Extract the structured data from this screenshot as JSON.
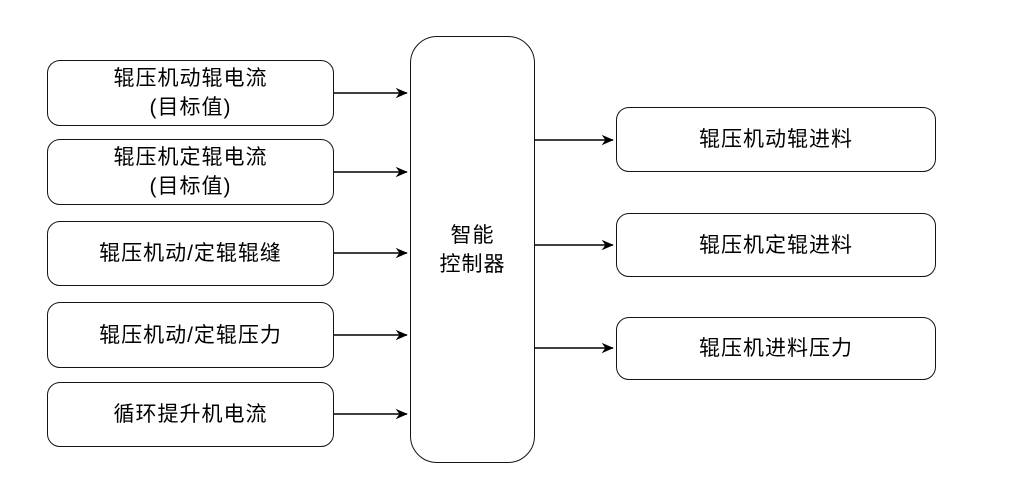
{
  "diagram": {
    "type": "block-flow-diagram",
    "colors": {
      "background": "#ffffff",
      "node_fill": "#ffffff",
      "node_border": "#141414",
      "text": "#000000",
      "arrow": "#000000"
    },
    "inputs": [
      {
        "id": "input-1",
        "lines": [
          "辊压机动辊电流",
          "(目标值)"
        ]
      },
      {
        "id": "input-2",
        "lines": [
          "辊压机定辊电流",
          "(目标值)"
        ]
      },
      {
        "id": "input-3",
        "lines": [
          "辊压机动/定辊辊缝"
        ]
      },
      {
        "id": "input-4",
        "lines": [
          "辊压机动/定辊压力"
        ]
      },
      {
        "id": "input-5",
        "lines": [
          "循环提升机电流"
        ]
      }
    ],
    "controller": {
      "id": "controller",
      "lines": [
        "智能",
        "控制器"
      ]
    },
    "outputs": [
      {
        "id": "output-1",
        "lines": [
          "辊压机动辊进料"
        ]
      },
      {
        "id": "output-2",
        "lines": [
          "辊压机定辊进料"
        ]
      },
      {
        "id": "output-3",
        "lines": [
          "辊压机进料压力"
        ]
      }
    ],
    "connections": [
      {
        "from": "input-1",
        "to": "controller"
      },
      {
        "from": "input-2",
        "to": "controller"
      },
      {
        "from": "input-3",
        "to": "controller"
      },
      {
        "from": "input-4",
        "to": "controller"
      },
      {
        "from": "input-5",
        "to": "controller"
      },
      {
        "from": "controller",
        "to": "output-1"
      },
      {
        "from": "controller",
        "to": "output-2"
      },
      {
        "from": "controller",
        "to": "output-3"
      }
    ]
  }
}
